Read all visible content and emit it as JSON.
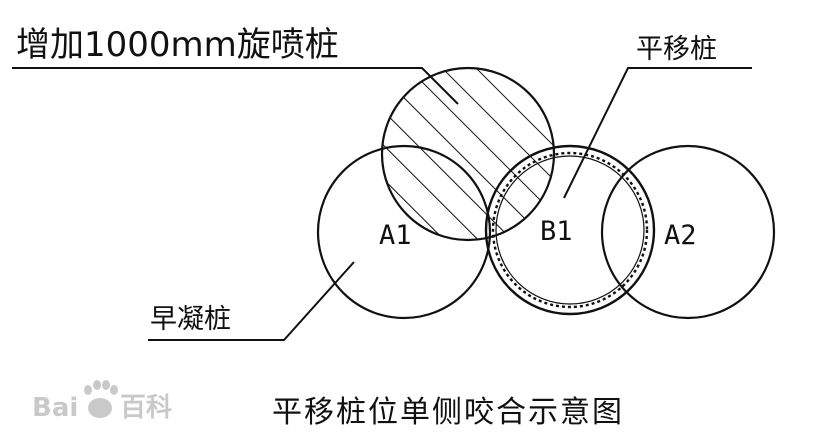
{
  "labels": {
    "added_jet_pile": "增加1000mm旋喷桩",
    "shifted_pile": "平移桩",
    "early_set_pile": "早凝桩",
    "pile_a1": "A1",
    "pile_b1": "B1",
    "pile_a2": "A2"
  },
  "caption": "平移桩位单侧咬合示意图",
  "watermark": {
    "text_left": "Bai",
    "text_right": "百科"
  },
  "colors": {
    "line": "#111111",
    "background": "#ffffff",
    "watermark": "#c9c9c9"
  }
}
